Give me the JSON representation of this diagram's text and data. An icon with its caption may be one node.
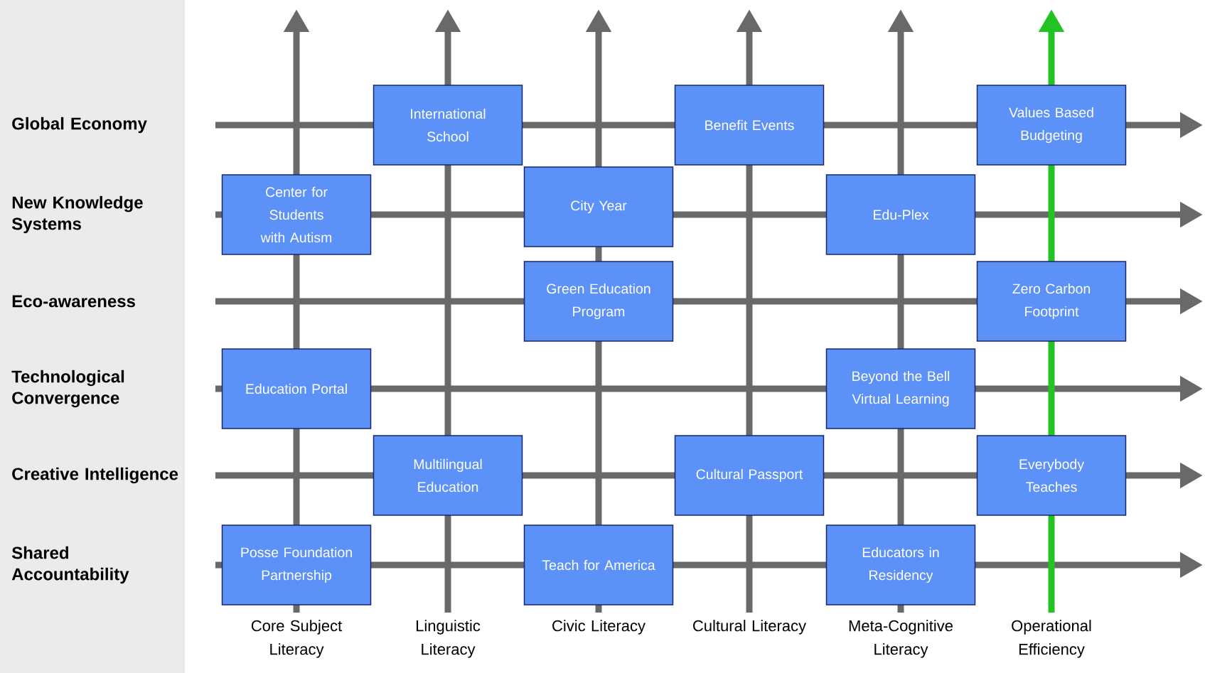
{
  "diagram": {
    "nodes": [
      {
        "text": [
          "Global Economy"
        ]
      },
      {
        "text": [
          "New Knowledge Systems"
        ]
      },
      {
        "text": [
          "Eco-awareness"
        ]
      },
      {
        "text": [
          "Technological Convergence"
        ]
      },
      {
        "text": [
          "Creative Intelligence"
        ]
      },
      {
        "text": [
          "Shared Accountability"
        ]
      },
      {
        "text": [
          "Core Subject Literacy"
        ]
      },
      {
        "text": [
          "Linguistic Literacy"
        ]
      },
      {
        "text": [
          "Civic Literacy"
        ]
      },
      {
        "text": [
          "Cultural Literacy"
        ]
      },
      {
        "text": [
          "Meta-Cognitive Literacy"
        ]
      },
      {
        "text": [
          "Operational Efficiency"
        ]
      },
      {
        "text": [
          "International School"
        ]
      },
      {
        "text": [
          "Benefit Events"
        ]
      },
      {
        "text": [
          "Values Based Budgeting"
        ]
      },
      {
        "text": [
          "Center for Students with Autism"
        ]
      },
      {
        "text": [
          "City Year"
        ]
      },
      {
        "text": [
          "Edu-Plex"
        ]
      },
      {
        "text": [
          "Green Education Program"
        ]
      },
      {
        "text": [
          "Zero Carbon Footprint"
        ]
      },
      {
        "text": [
          "Education Portal"
        ]
      },
      {
        "text": [
          "Beyond the Bell Virtual Learning"
        ]
      },
      {
        "text": [
          "Multilingual Education"
        ]
      },
      {
        "text": [
          "Cultural Passport"
        ]
      },
      {
        "text": [
          "Everybody Teaches"
        ]
      },
      {
        "text": [
          "Posse Foundation Partnership"
        ]
      },
      {
        "text": [
          "Teach for America"
        ]
      },
      {
        "text": [
          "Educators in Residency"
        ]
      }
    ],
    "edges": [
      {
        "from": 0,
        "to": null,
        "arrow": "to"
      },
      {
        "from": 1,
        "to": null,
        "arrow": "to"
      },
      {
        "from": 2,
        "to": null,
        "arrow": "to"
      },
      {
        "from": 3,
        "to": null,
        "arrow": "to"
      },
      {
        "from": 4,
        "to": null,
        "arrow": "to"
      },
      {
        "from": 5,
        "to": null,
        "arrow": "to"
      },
      {
        "from": 6,
        "to": null,
        "arrow": "to"
      },
      {
        "from": 7,
        "to": null,
        "arrow": "to"
      },
      {
        "from": 8,
        "to": null,
        "arrow": "to"
      },
      {
        "from": 9,
        "to": null,
        "arrow": "to"
      },
      {
        "from": 10,
        "to": null,
        "arrow": "to"
      },
      {
        "from": 11,
        "to": null,
        "arrow": "to",
        "color": "#22c322"
      }
    ]
  }
}
